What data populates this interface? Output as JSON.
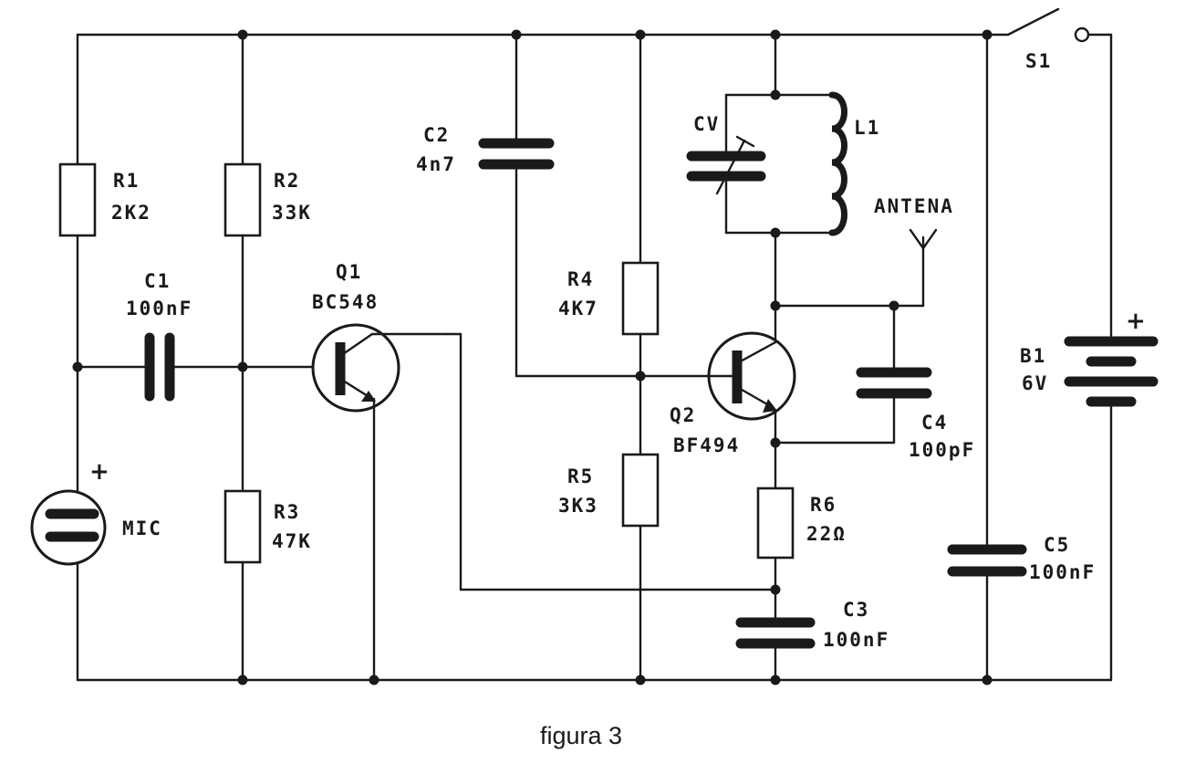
{
  "caption": "figura 3",
  "components": {
    "r1": {
      "ref": "R1",
      "value": "2K2"
    },
    "r2": {
      "ref": "R2",
      "value": "33K"
    },
    "r3": {
      "ref": "R3",
      "value": "47K"
    },
    "r4": {
      "ref": "R4",
      "value": "4K7"
    },
    "r5": {
      "ref": "R5",
      "value": "3K3"
    },
    "r6": {
      "ref": "R6",
      "value": "22Ω"
    },
    "c1": {
      "ref": "C1",
      "value": "100nF"
    },
    "c2": {
      "ref": "C2",
      "value": "4n7"
    },
    "c3": {
      "ref": "C3",
      "value": "100nF"
    },
    "c4": {
      "ref": "C4",
      "value": "100pF"
    },
    "c5": {
      "ref": "C5",
      "value": "100nF"
    },
    "cv": {
      "ref": "CV"
    },
    "l1": {
      "ref": "L1"
    },
    "q1": {
      "ref": "Q1",
      "value": "BC548"
    },
    "q2": {
      "ref": "Q2",
      "value": "BF494"
    },
    "b1": {
      "ref": "B1",
      "value": "6V"
    },
    "s1": {
      "ref": "S1"
    },
    "mic": {
      "ref": "MIC"
    },
    "antenna": {
      "ref": "ANTENA"
    }
  },
  "polarity_marks": {
    "mic": "+",
    "battery": "+"
  }
}
